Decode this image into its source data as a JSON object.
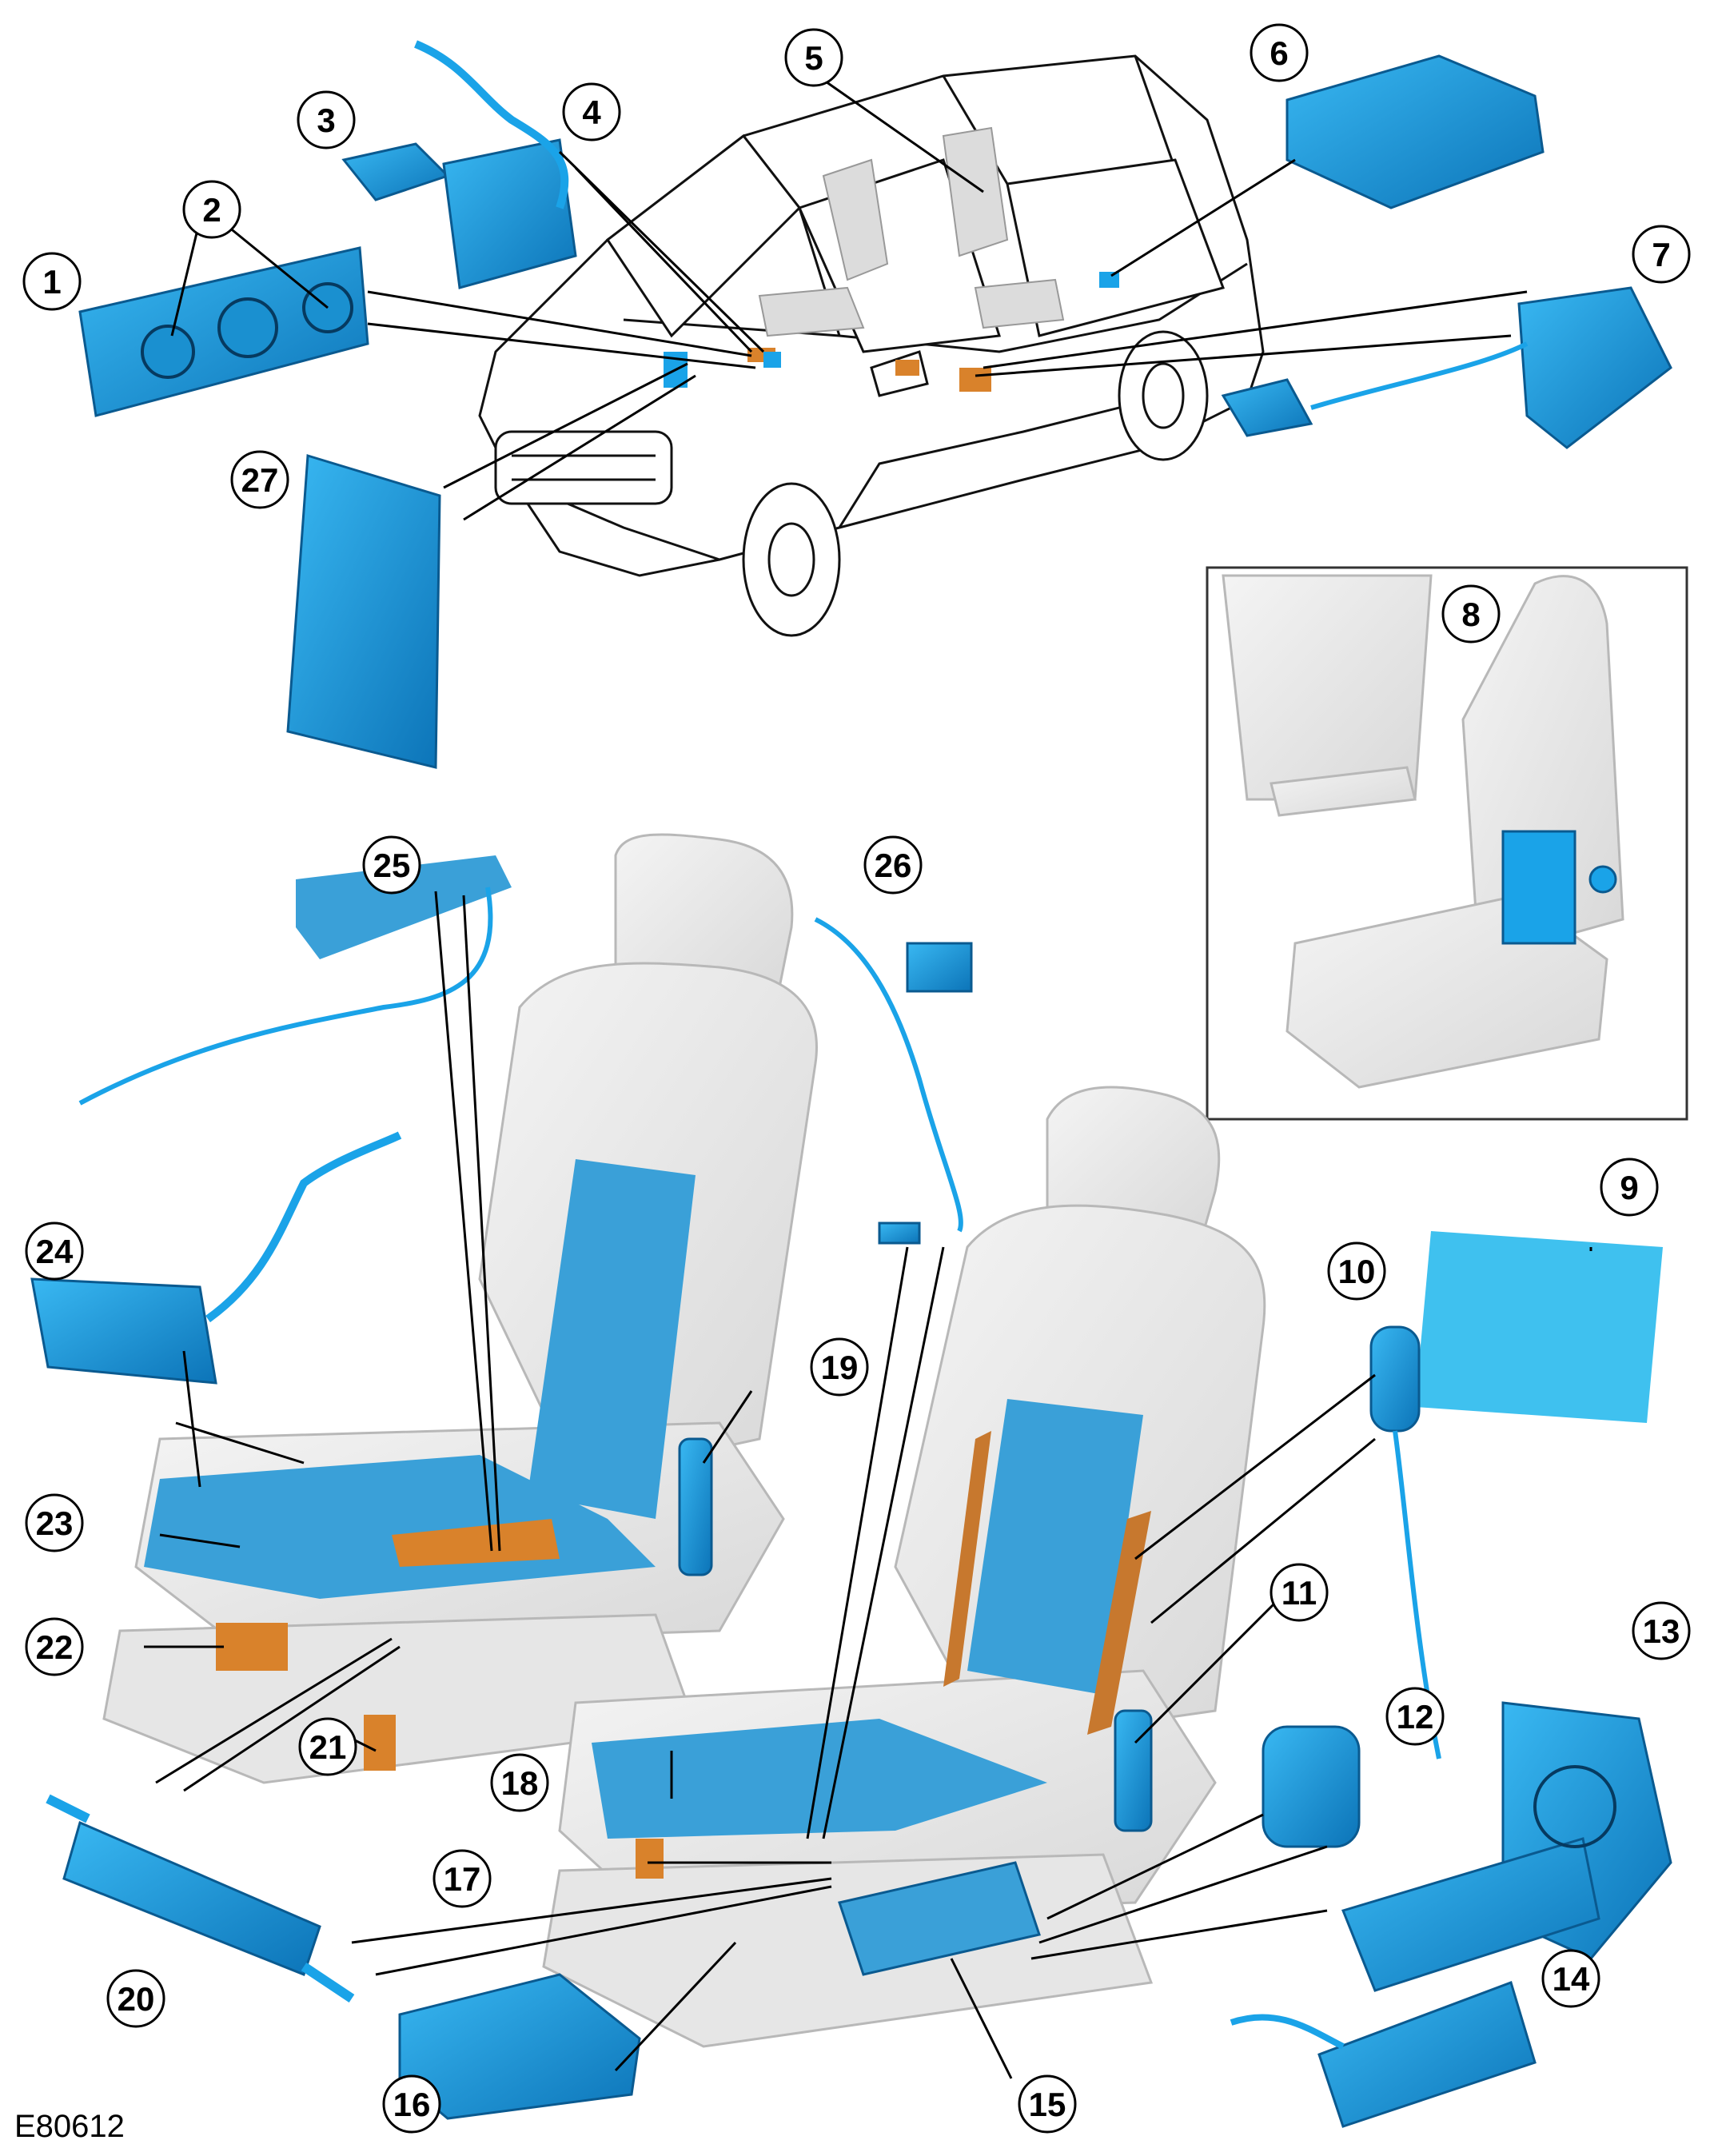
{
  "figure_id": "E80612",
  "callouts": [
    "1",
    "2",
    "3",
    "4",
    "5",
    "6",
    "7",
    "8",
    "9",
    "10",
    "11",
    "12",
    "13",
    "14",
    "15",
    "16",
    "17",
    "18",
    "19",
    "20",
    "21",
    "22",
    "23",
    "24",
    "25",
    "26",
    "27"
  ],
  "colors": {
    "component_blue": "#1aa3e8",
    "component_blue_dark": "#0b6fb0",
    "panel_blue": "#3aa0d8",
    "heater_orange": "#c7782e",
    "seat_grey": "#e6e6e6",
    "seat_outline": "#b8b8b8",
    "line_black": "#000000"
  }
}
